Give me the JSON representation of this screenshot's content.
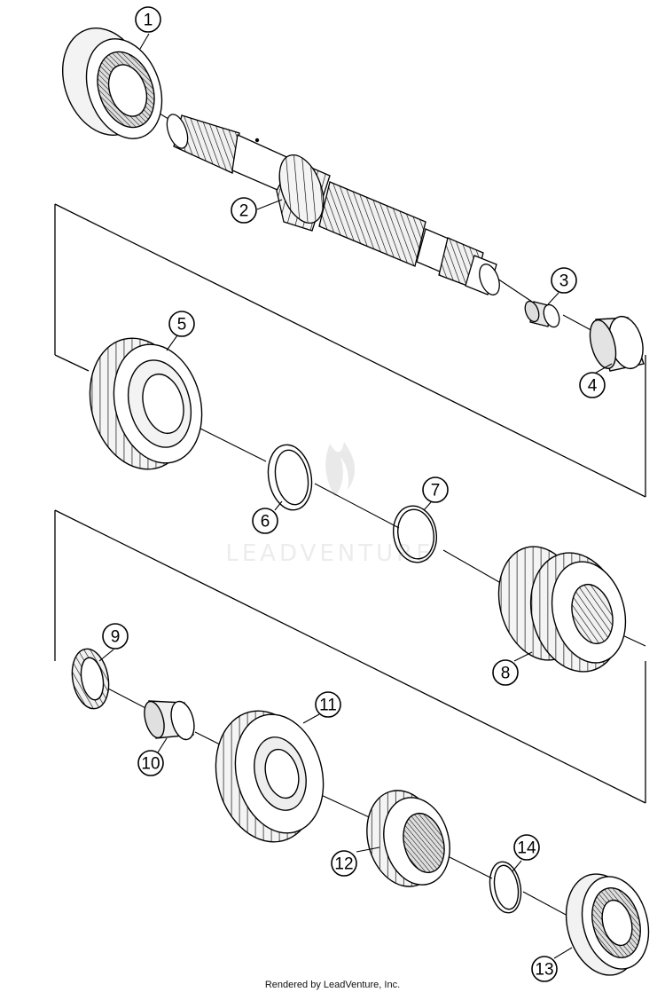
{
  "diagram": {
    "callouts": [
      "1",
      "2",
      "3",
      "4",
      "5",
      "6",
      "7",
      "8",
      "9",
      "10",
      "11",
      "12",
      "13",
      "14"
    ],
    "watermark": "LEADVENTURE",
    "footer": "Rendered by LeadVenture, Inc."
  }
}
